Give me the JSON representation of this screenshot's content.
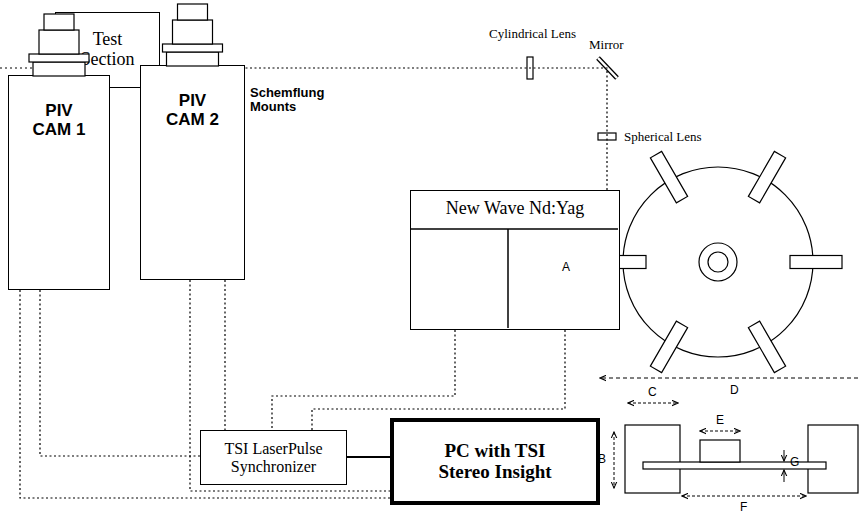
{
  "diagram": {
    "nodes": [
      {
        "text": [
          "Test Section"
        ]
      },
      {
        "text": [
          "PIV CAM 1"
        ]
      },
      {
        "text": [
          "PIV CAM 2"
        ]
      },
      {
        "text": [
          "New Wave Nd:Yag"
        ]
      },
      {
        "text": [
          "TSI LaserPulse Synchronizer"
        ]
      },
      {
        "text": [
          "PC with TSI Stereo Insight"
        ]
      }
    ],
    "edges": [
      {
        "from": 1,
        "to": 4,
        "arrow": "none"
      },
      {
        "from": 2,
        "to": 4,
        "arrow": "none"
      },
      {
        "from": 3,
        "to": 4,
        "arrow": "none"
      },
      {
        "from": 3,
        "to": 4,
        "arrow": "none"
      },
      {
        "from": 4,
        "to": 5,
        "arrow": "none"
      },
      {
        "from": 1,
        "to": 5,
        "arrow": "none"
      },
      {
        "from": 2,
        "to": 5,
        "arrow": "none"
      },
      {
        "from": 3,
        "to": 0,
        "arrow": "none"
      }
    ],
    "labels": [
      "Cylindrical Lens",
      "Mirror",
      "Spherical Lens",
      "Schemflung Mounts",
      "A",
      "D",
      "C",
      "E",
      "B",
      "G",
      "F"
    ]
  }
}
